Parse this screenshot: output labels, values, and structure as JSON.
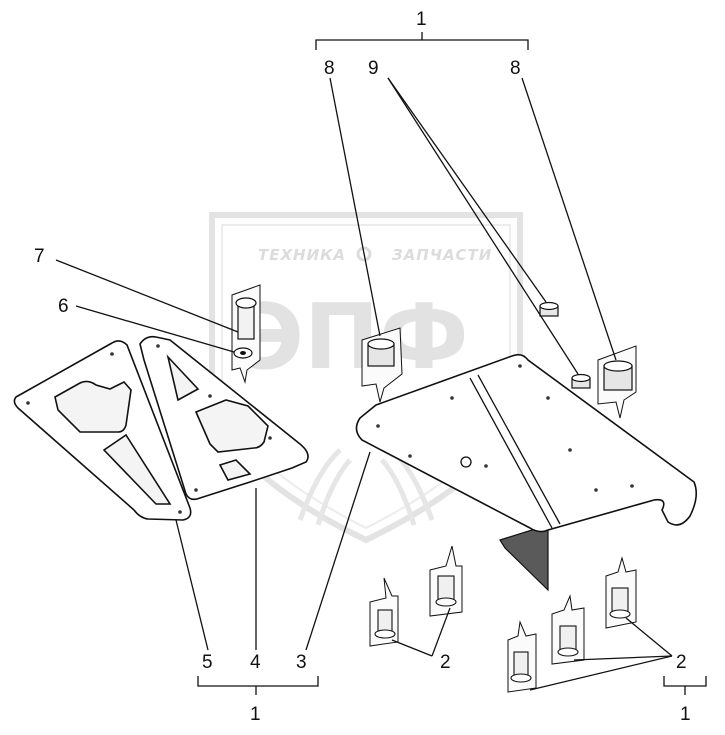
{
  "watermark": {
    "brand_line": "ТЕХНИКА",
    "brand_line_2": "ЗАПЧАСТИ",
    "logo_letters": "ЭПФ"
  },
  "callouts": {
    "group_top": "1",
    "spacer_left": "8",
    "washer_group": "9",
    "spacer_right": "8",
    "bolt": "7",
    "washer": "6",
    "gasket_outer": "5",
    "gasket_inner": "4",
    "plate": "3",
    "screws_left": "2",
    "screws_right": "2",
    "group_bottom_left": "1",
    "group_bottom_right": "1"
  }
}
